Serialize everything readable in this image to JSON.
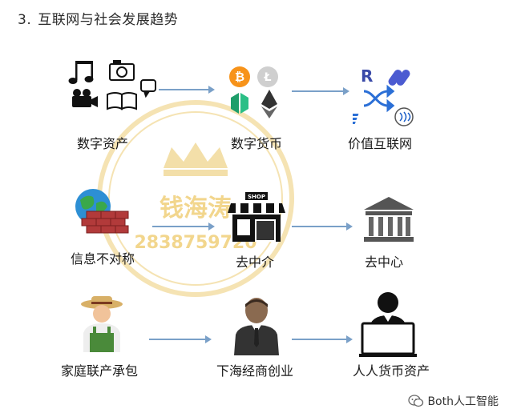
{
  "heading": {
    "number": "3.",
    "title": "互联网与社会发展趋势"
  },
  "rows": [
    {
      "nodes": [
        {
          "label": "数字资产",
          "icon": "music-camera-video-book-chat-icons"
        },
        {
          "label": "数字货币",
          "icon": "cryptocurrency-coins-icon"
        },
        {
          "label": "价值互联网",
          "icon": "blockchain-tokens-icon"
        }
      ]
    },
    {
      "nodes": [
        {
          "label": "信息不对称",
          "icon": "globe-firewall-icon"
        },
        {
          "label": "去中介",
          "icon": "shop-storefront-icon"
        },
        {
          "label": "去中心",
          "icon": "bank-building-icon"
        }
      ]
    },
    {
      "nodes": [
        {
          "label": "家庭联产承包",
          "icon": "farmer-icon"
        },
        {
          "label": "下海经商创业",
          "icon": "businessman-icon"
        },
        {
          "label": "人人货币资产",
          "icon": "person-laptop-icon"
        }
      ]
    }
  ],
  "watermark": {
    "name": "钱海涛",
    "number": "2838759720"
  },
  "shop_sign": "SHOP",
  "footer": {
    "text": "Both人工智能"
  },
  "colors": {
    "arrow": "#7aa0c8",
    "stamp": "#f1d99a",
    "bitcoin": "#f7931a"
  }
}
